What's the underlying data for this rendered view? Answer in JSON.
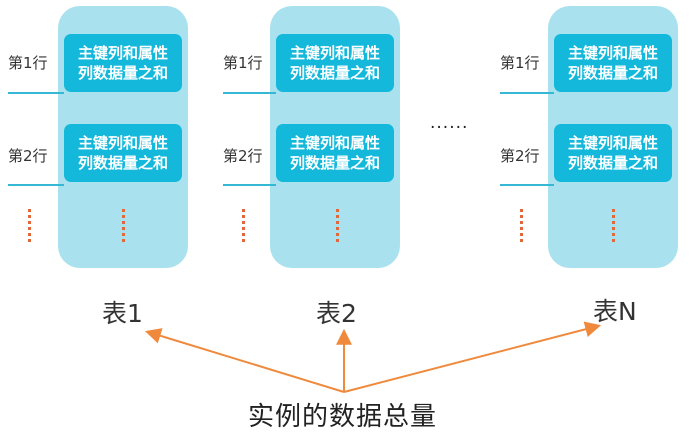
{
  "row_label_1": "第1行",
  "row_label_2": "第2行",
  "cell_text": "主键列和属性列数据量之和",
  "ellipsis": "......",
  "tables": [
    "表1",
    "表2",
    "表N"
  ],
  "caption": "实例的数据总量",
  "colors": {
    "column_bg": "#a9e2ee",
    "cell_bg": "#14b8db",
    "row_line": "#35b8d3",
    "dots": "#e0683a",
    "arrow": "#ef8a3c"
  }
}
